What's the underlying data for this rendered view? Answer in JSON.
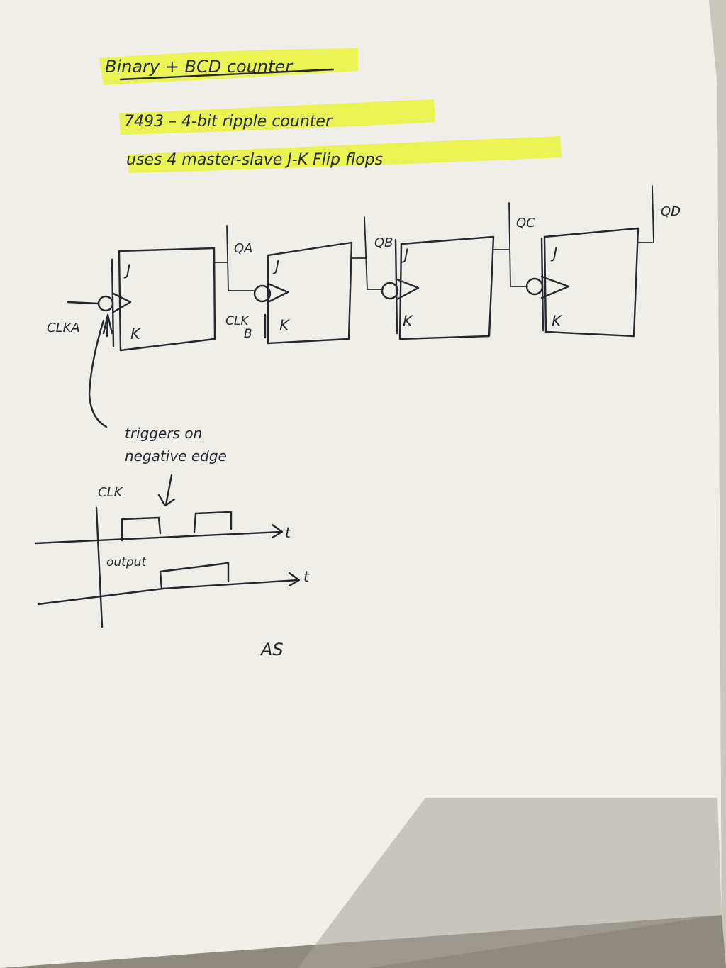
{
  "heading": {
    "title": "Binary + BCD counter",
    "line1": "7493 – 4-bit ripple counter",
    "line2": "uses 4 master-slave J-K Flip flops"
  },
  "highlight_color": "#e9f53a",
  "ink_color": "#23272e",
  "paper_color": "#efeee9",
  "circuit": {
    "clock_input_label": "CLKA",
    "clk_b_label_top": "CLK",
    "clk_b_label_bottom": "B",
    "flip_flops": [
      {
        "j": "J",
        "k": "K",
        "output": "QA"
      },
      {
        "j": "J",
        "k": "K",
        "output": "QB"
      },
      {
        "j": "J",
        "k": "K",
        "output": "QC"
      },
      {
        "j": "J",
        "k": "K",
        "output": "QD"
      }
    ]
  },
  "annotation": {
    "line1": "triggers on",
    "line2": "negative edge"
  },
  "timing": {
    "clk_label": "CLK",
    "output_label": "output",
    "time_axis_label": "t"
  },
  "footer_initials": "AS"
}
